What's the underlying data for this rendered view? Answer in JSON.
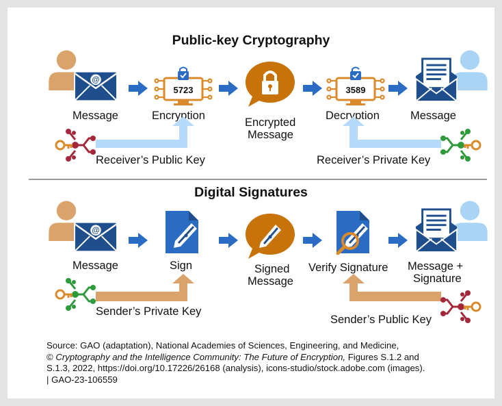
{
  "colors": {
    "person_tan": "#d9a36b",
    "person_blue": "#a9d4f5",
    "envelope_navy": "#1f4e8c",
    "arrow_blue": "#2a6cc4",
    "light_blue_path": "#b6dafb",
    "tan_path": "#d9a36b",
    "lock_orange": "#c7730a",
    "key_red": "#a3283a",
    "key_green": "#2f9a3c",
    "key_orange": "#d98a2b",
    "divider": "#9a9a9a",
    "frame": "#e3e3e3"
  },
  "public_key": {
    "title": "Public-key Cryptography",
    "message_left": "Message",
    "encryption": "Encryption",
    "encryption_code": "5723",
    "encrypted_message_line1": "Encrypted",
    "encrypted_message_line2": "Message",
    "decryption": "Decryption",
    "decryption_code": "3589",
    "message_right": "Message",
    "receivers_public_key": "Receiver’s Public Key",
    "receivers_private_key": "Receiver’s Private Key"
  },
  "digital_signatures": {
    "title": "Digital Signatures",
    "message_left": "Message",
    "sign": "Sign",
    "signed_message_line1": "Signed",
    "signed_message_line2": "Message",
    "verify_signature": "Verify Signature",
    "message_signature_line1": "Message +",
    "message_signature_line2": "Signature",
    "senders_private_key": "Sender’s Private Key",
    "senders_public_key": "Sender’s Public Key"
  },
  "source": {
    "line1": "Source: GAO (adaptation), National Academies of Sciences, Engineering, and Medicine,",
    "line2_prefix": "© ",
    "line2_italic": "Cryptography and the Intelligence Community: The Future of Encryption,",
    "line2_suffix": " Figures S.1.2 and",
    "line3": "S.1.3, 2022, https://doi.org/10.17226/26168 (analysis), icons-studio/stock.adobe.com (images).",
    "line4": "| GAO-23-106559"
  },
  "icons": {
    "sender": "person-icon",
    "envelope": "envelope-at-icon",
    "monitor_lock": "monitor-lock-icon",
    "speech_lock": "speech-bubble-lock-icon",
    "open_letter": "open-envelope-letter-icon",
    "key_circuit": "key-circuit-icon",
    "sign_document": "document-pen-icon",
    "speech_pen": "speech-bubble-pen-icon",
    "verify_document": "document-magnifier-icon",
    "flow_arrow": "right-arrow-icon"
  }
}
